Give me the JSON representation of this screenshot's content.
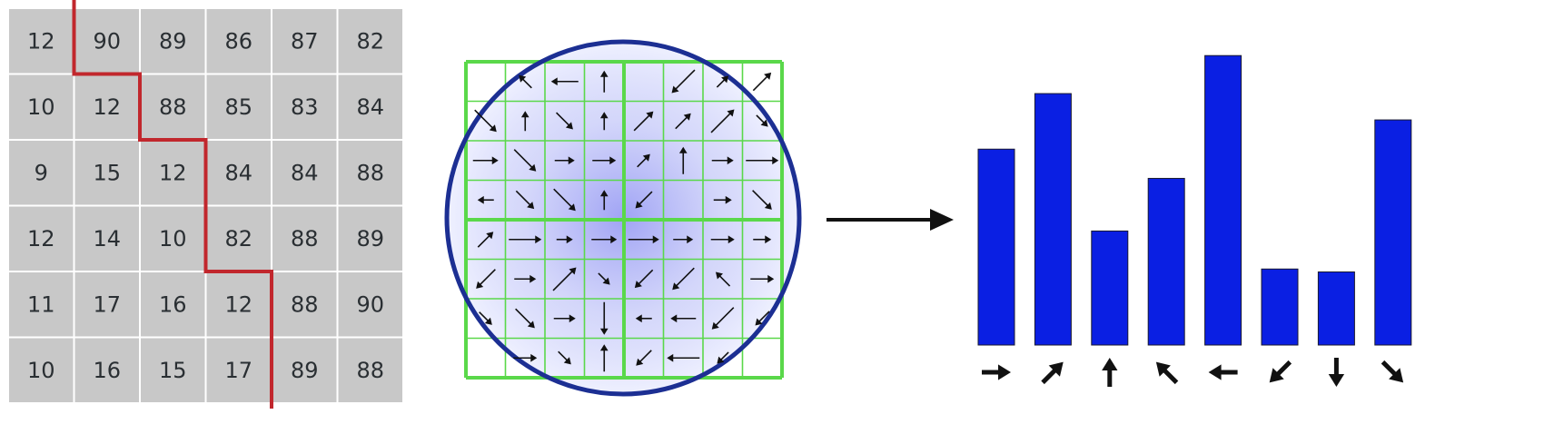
{
  "pixel_grid": {
    "rows": [
      [
        "12",
        "90",
        "89",
        "86",
        "87",
        "82"
      ],
      [
        "10",
        "12",
        "88",
        "85",
        "83",
        "84"
      ],
      [
        "9",
        "15",
        "12",
        "84",
        "84",
        "88"
      ],
      [
        "12",
        "14",
        "10",
        "82",
        "88",
        "89"
      ],
      [
        "11",
        "17",
        "16",
        "12",
        "88",
        "90"
      ],
      [
        "10",
        "16",
        "15",
        "17",
        "89",
        "88"
      ]
    ],
    "cell_color": "#c8c8c8",
    "edge_color": "#c1272d"
  },
  "edge_boundary_steps": [
    1,
    2,
    3,
    3,
    4,
    4
  ],
  "gradient_patch": {
    "circle_color": "#1c2f93",
    "grid_color": "#5ad84a",
    "arrow_color": "#111111",
    "cell_directions": [
      [
        "-",
        "NW",
        "W",
        "N",
        "-",
        "SW",
        "NE",
        "NE"
      ],
      [
        "SE",
        "N",
        "SE",
        "N",
        "NE",
        "NE",
        "NE",
        "SE"
      ],
      [
        "E",
        "SE",
        "E",
        "E",
        "NE",
        "N",
        "E",
        "E"
      ],
      [
        "W",
        "SE",
        "SE",
        "N",
        "SW",
        "-",
        "E",
        "SE"
      ],
      [
        "NE",
        "E",
        "E",
        "E",
        "E",
        "E",
        "E",
        "E"
      ],
      [
        "SW",
        "E",
        "NE",
        "SE",
        "SW",
        "SW",
        "NW",
        "E"
      ],
      [
        "SE",
        "SE",
        "E",
        "S",
        "W",
        "W",
        "SW",
        "SW"
      ],
      [
        "-",
        "E",
        "SE",
        "N",
        "SW",
        "W",
        "SW",
        "-"
      ]
    ]
  },
  "chart_data": {
    "type": "bar",
    "categories": [
      "E",
      "NE",
      "N",
      "NW",
      "W",
      "SW",
      "S",
      "SE"
    ],
    "values": [
      67,
      86,
      39,
      57,
      99,
      26,
      25,
      77
    ],
    "ylim": [
      0,
      100
    ],
    "bar_color": "#0a1fe3",
    "axis_labels": "direction arrows"
  },
  "connector": {
    "color": "#111111"
  }
}
